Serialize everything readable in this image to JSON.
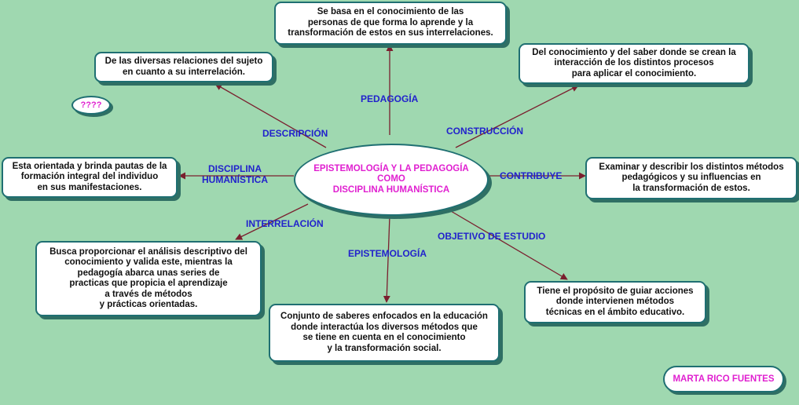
{
  "center": "EPISTEMOLOGÍA Y LA PEDAGOGÍA\nCOMO\nDISCIPLINA HUMANÍSTICA",
  "question_bubble": "????",
  "author": "MARTA RICO FUENTES",
  "labels": {
    "pedagogia": "PEDAGOGÍA",
    "descripcion": "DESCRIPCIÓN",
    "construccion": "CONSTRUCCIÓN",
    "disciplina": "DISCIPLINA\nHUMANÍSTICA",
    "contribuye": "CONTRIBUYE",
    "interrelacion": "INTERRELACIÓN",
    "objetivo": "OBJETIVO DE ESTUDIO",
    "epistemologia": "EPISTEMOLOGÍA"
  },
  "boxes": {
    "pedagogia": "Se basa en el conocimiento de las\npersonas de que forma lo aprende y la\ntransformación de estos en sus interrelaciones.",
    "descripcion": "De las diversas relaciones del sujeto\nen cuanto a su interrelación.",
    "construccion": "Del conocimiento y del saber donde se crean la\ninteracción de los distintos procesos\npara aplicar el conocimiento.",
    "disciplina": "Esta orientada y brinda pautas de la\nformación integral del individuo\nen sus manifestaciones.",
    "contribuye": "Examinar y describir los distintos métodos\npedagógicos  y su influencias  en\nla transformación de estos.",
    "interrelacion": "Busca proporcionar el análisis descriptivo del\nconocimiento  y valida este, mientras la\npedagogía abarca unas series de\npracticas que propicia el aprendizaje\na través de métodos\ny prácticas orientadas.",
    "epistemologia": "Conjunto de saberes enfocados en la educación\ndonde interactúa los diversos métodos  que\nse tiene en cuenta en el conocimiento\ny la transformación social.",
    "objetivo": "Tiene el propósito de guiar acciones\ndonde intervienen métodos\ntécnicas en el ámbito educativo."
  },
  "colors": {
    "background": "#9fd8b0",
    "box_border": "#1f6f72",
    "box_shadow": "#2f6f64",
    "arrow": "#7a1f2e",
    "label_text": "#2222cc",
    "center_text": "#e020d0"
  }
}
